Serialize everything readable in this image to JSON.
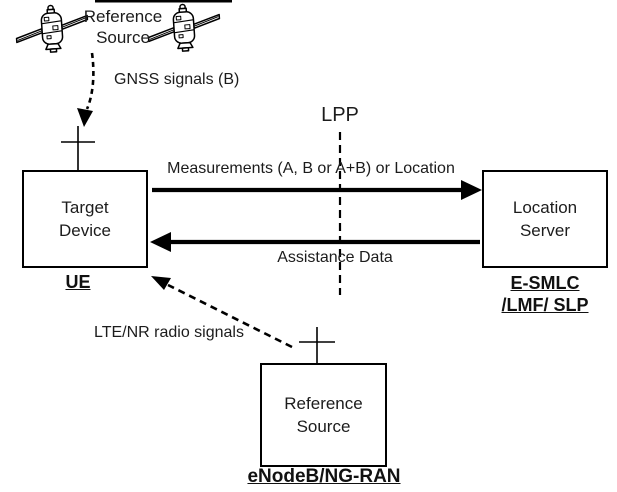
{
  "colors": {
    "ink": "#000000",
    "background": "#ffffff"
  },
  "satellite_section": {
    "label_line1": "Reference",
    "label_line2": "Source",
    "signal_label": "GNSS signals (B)"
  },
  "interface": {
    "label": "LPP"
  },
  "target_device": {
    "box_line1": "Target",
    "box_line2": "Device",
    "caption": "UE"
  },
  "location_server": {
    "box_line1": "Location",
    "box_line2": "Server",
    "caption_line1": "E-SMLC",
    "caption_line2": "/LMF/ SLP"
  },
  "links": {
    "measurements_label": "Measurements (A, B or A+B) or Location",
    "assistance_label": "Assistance Data"
  },
  "ran_section": {
    "box_line1": "Reference",
    "box_line2": "Source",
    "caption": "eNodeB/NG-RAN",
    "signal_label": "LTE/NR radio signals"
  }
}
